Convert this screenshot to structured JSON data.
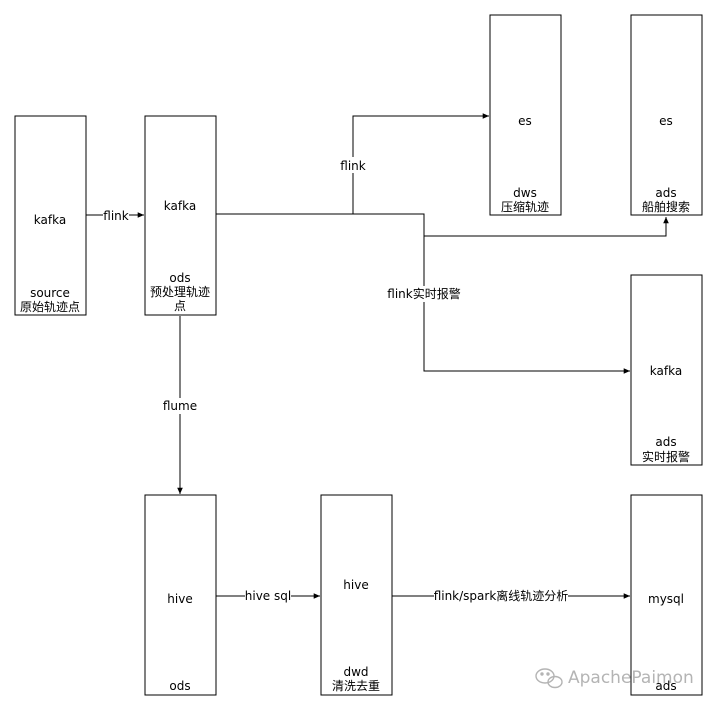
{
  "nodes": {
    "source_kafka": {
      "title": "kafka",
      "layer": "source",
      "desc": "原始轨迹点"
    },
    "ods_kafka": {
      "title": "kafka",
      "layer": "ods",
      "desc_line1": "预处理轨迹",
      "desc_line2": "点"
    },
    "dws_es": {
      "title": "es",
      "layer": "dws",
      "desc": "压缩轨迹"
    },
    "ads_es": {
      "title": "es",
      "layer": "ads",
      "desc": "船舶搜索"
    },
    "ads_kafka": {
      "title": "kafka",
      "layer": "ads",
      "desc": "实时报警"
    },
    "ods_hive": {
      "title": "hive",
      "layer": "ods"
    },
    "dwd_hive": {
      "title": "hive",
      "layer": "dwd",
      "desc": "清洗去重"
    },
    "ads_mysql": {
      "title": "mysql",
      "layer": "ads"
    }
  },
  "edges": {
    "source_to_ods": "flink",
    "ods_to_dws": "flink",
    "ods_to_alarm": "flink实时报警",
    "ods_to_hive": "flume",
    "hive_to_dwd": "hive sql",
    "dwd_to_mysql": "flink/spark离线轨迹分析"
  },
  "watermark": {
    "icon": "wechat-icon",
    "text": "ApachePaimon"
  },
  "colors": {
    "stroke": "#000000",
    "background": "#ffffff",
    "watermark": "#b4b4b4"
  }
}
